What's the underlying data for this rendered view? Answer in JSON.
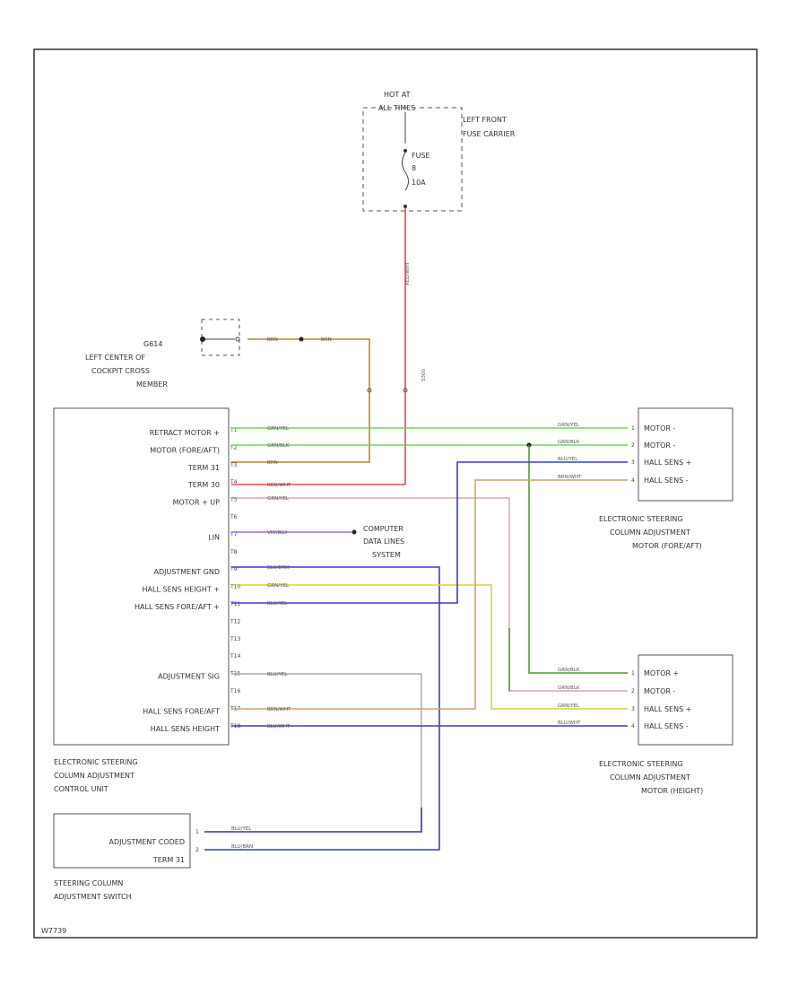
{
  "diagram": {
    "code": "W7739",
    "fuse_carrier": {
      "hot_at": "HOT AT",
      "hot_times": "ALL TIMES",
      "title_line1": "LEFT FRONT",
      "title_line2": "FUSE CARRIER",
      "fuse_name": "FUSE",
      "fuse_number": "8",
      "fuse_rating": "10A"
    },
    "fuse_wire": {
      "label": "RED/WHT",
      "splice": "S300"
    },
    "ground": {
      "name": "G614",
      "location_line1": "LEFT CENTER OF",
      "location_line2": "COCKPIT CROSS",
      "location_line3": "MEMBER",
      "wire1": "BRN",
      "wire2": "BRN"
    },
    "control_unit": {
      "name_line1": "ELECTRONIC STEERING",
      "name_line2": "COLUMN ADJUSTMENT",
      "name_line3": "CONTROL UNIT",
      "pins": [
        {
          "label": "RETRACT MOTOR +",
          "pin": "T1",
          "wire": "GRN/YEL"
        },
        {
          "label": "MOTOR (FORE/AFT)",
          "pin": "T2",
          "wire": "GRN/BLK"
        },
        {
          "label": "TERM 31",
          "pin": "T3",
          "wire": "BRN"
        },
        {
          "label": "TERM 30",
          "pin": "T4",
          "wire": "RED/WHT"
        },
        {
          "label": "MOTOR + UP",
          "pin": "T5",
          "wire": "GRN/YEL"
        },
        {
          "label": "",
          "pin": "T6",
          "wire": ""
        },
        {
          "label": "LIN",
          "pin": "T7",
          "wire": "VIO/BLU"
        },
        {
          "label": "",
          "pin": "T8",
          "wire": ""
        },
        {
          "label": "ADJUSTMENT GND",
          "pin": "T9",
          "wire": "BLU/BRN"
        },
        {
          "label": "HALL SENS HEIGHT +",
          "pin": "T10",
          "wire": "GRN/YEL"
        },
        {
          "label": "HALL SENS FORE/AFT +",
          "pin": "T11",
          "wire": "BLU/YEL"
        },
        {
          "label": "",
          "pin": "T12",
          "wire": ""
        },
        {
          "label": "",
          "pin": "T13",
          "wire": ""
        },
        {
          "label": "",
          "pin": "T14",
          "wire": ""
        },
        {
          "label": "ADJUSTMENT SIG",
          "pin": "T15",
          "wire": "BLU/YEL"
        },
        {
          "label": "",
          "pin": "T16",
          "wire": ""
        },
        {
          "label": "HALL SENS FORE/AFT",
          "pin": "T17",
          "wire": "BRN/WHT"
        },
        {
          "label": "HALL SENS HEIGHT",
          "pin": "T18",
          "wire": "BLU/WHT"
        }
      ]
    },
    "cdl": {
      "line1": "COMPUTER",
      "line2": "DATA LINES",
      "line3": "SYSTEM"
    },
    "motor_fore_aft": {
      "name_line1": "ELECTRONIC STEERING",
      "name_line2": "COLUMN ADJUSTMENT",
      "name_line3": "MOTOR (FORE/AFT)",
      "pins": [
        {
          "label": "MOTOR -",
          "pin": "1",
          "wire": "GRN/YEL"
        },
        {
          "label": "MOTOR -",
          "pin": "2",
          "wire": "GRN/BLK"
        },
        {
          "label": "HALL SENS +",
          "pin": "3",
          "wire": "BLU/YEL"
        },
        {
          "label": "HALL SENS -",
          "pin": "4",
          "wire": "BRN/WHT"
        }
      ]
    },
    "motor_height": {
      "name_line1": "ELECTRONIC STEERING",
      "name_line2": "COLUMN ADJUSTMENT",
      "name_line3": "MOTOR (HEIGHT)",
      "pins": [
        {
          "label": "MOTOR +",
          "pin": "1",
          "wire": "GRN/BLK"
        },
        {
          "label": "MOTOR -",
          "pin": "2",
          "wire": "GRN/BLK"
        },
        {
          "label": "HALL SENS +",
          "pin": "3",
          "wire": "GRN/YEL"
        },
        {
          "label": "HALL SENS -",
          "pin": "4",
          "wire": "BLU/WHT"
        }
      ]
    },
    "switch": {
      "name_line1": "STEERING COLUMN",
      "name_line2": "ADJUSTMENT SWITCH",
      "pins": [
        {
          "label": "ADJUSTMENT CODED",
          "pin": "1",
          "wire": "BLU/YEL"
        },
        {
          "label": "TERM 31",
          "pin": "2",
          "wire": "BLU/BRN"
        }
      ]
    },
    "colors": {
      "green": "#6fd85a",
      "dark_green": "#4f9a3c",
      "brown": "#b08a2e",
      "red": "#e84a4a",
      "pink": "#d8a8a8",
      "violet": "#a868e0",
      "blue": "#3c3cc8",
      "yellow": "#d8d040",
      "tan": "#c8a868",
      "grey": "#a8a8a8"
    }
  }
}
